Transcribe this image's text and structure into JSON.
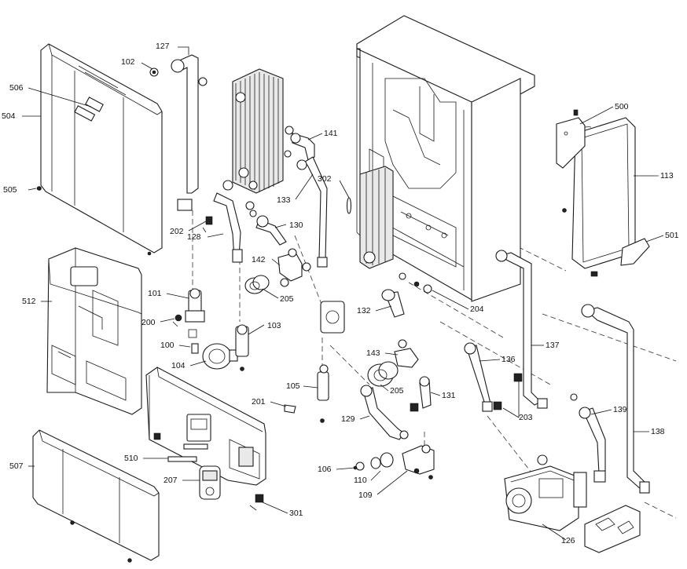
{
  "labels": {
    "p127": "127",
    "p102": "102",
    "p506": "506",
    "p504": "504",
    "p505": "505",
    "p141": "141",
    "p302": "302",
    "p133": "133",
    "p130": "130",
    "p128": "128",
    "p202": "202",
    "p142": "142",
    "p205a": "205",
    "p101": "101",
    "p200": "200",
    "p103": "103",
    "p100": "100",
    "p104": "104",
    "p512": "512",
    "p132": "132",
    "p204": "204",
    "p500": "500",
    "p113": "113",
    "p501": "501",
    "p137": "137",
    "p143": "143",
    "p136": "136",
    "p205b": "205",
    "p105": "105",
    "p131": "131",
    "p201": "201",
    "p129": "129",
    "p203": "203",
    "p139": "139",
    "p138": "138",
    "p510": "510",
    "p207": "207",
    "p507": "507",
    "p106": "106",
    "p110": "110",
    "p109": "109",
    "p301": "301",
    "p126": "126"
  }
}
